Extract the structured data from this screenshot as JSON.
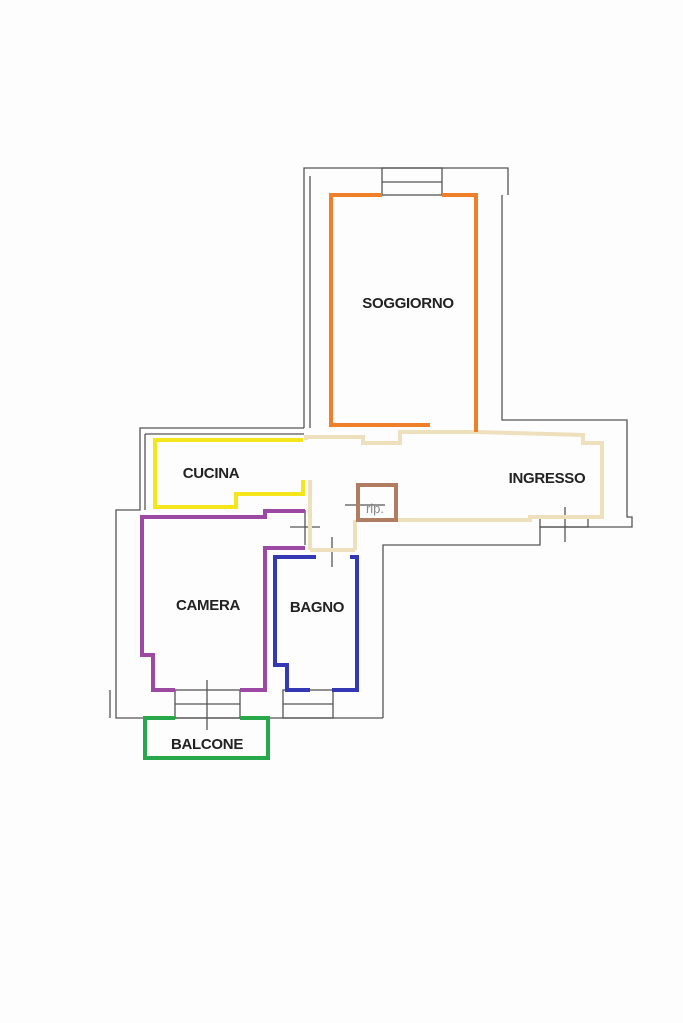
{
  "rooms": {
    "soggiorno": {
      "label": "SOGGIORNO",
      "color": "#f07f2a"
    },
    "cucina": {
      "label": "CUCINA",
      "color": "#f5e51b"
    },
    "ingresso": {
      "label": "INGRESSO",
      "color": "#eee0bd"
    },
    "camera": {
      "label": "CAMERA",
      "color": "#9b49a2"
    },
    "bagno": {
      "label": "BAGNO",
      "color": "#3438b5"
    },
    "balcone": {
      "label": "BALCONE",
      "color": "#27a84a"
    },
    "ripostiglio": {
      "label": "rip.",
      "color": "#b07d62"
    }
  }
}
